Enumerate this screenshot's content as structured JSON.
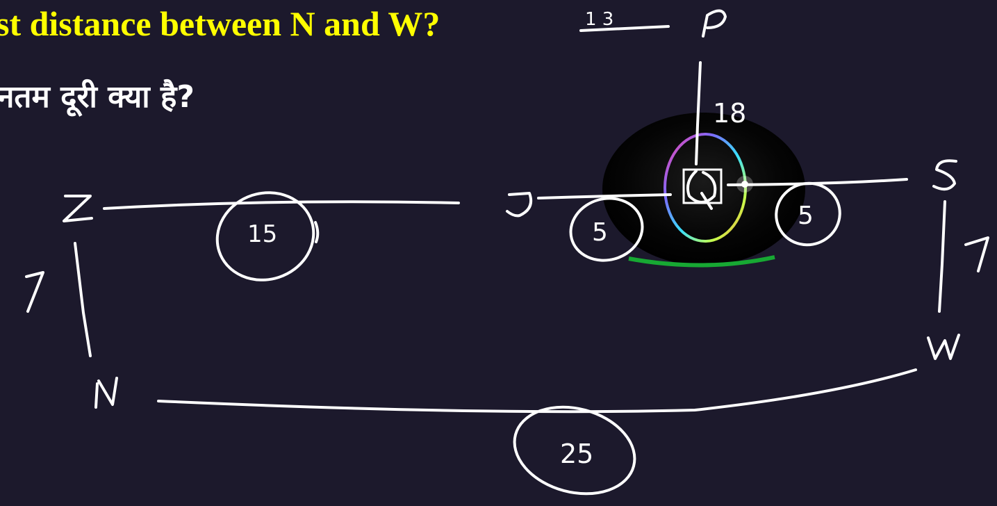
{
  "question": {
    "english": "st distance between N and W?",
    "hindi": "नतम दूरी क्या है?"
  },
  "diagram": {
    "points": {
      "P": "P",
      "Z": "Z",
      "J": "J",
      "Q": "Q",
      "S": "S",
      "N": "N",
      "W": "W"
    },
    "labels": {
      "top_fraction": "1   3",
      "p_q": "18",
      "z_j": "15",
      "j_q": "5",
      "q_s": "5",
      "z_n": "7",
      "s_w": "7",
      "n_w": "25"
    }
  },
  "colors": {
    "background": "#1c192c",
    "question_english": "#ffff00",
    "question_hindi": "#ffffff",
    "ink": "#ffffff"
  },
  "icons": {
    "camera_overlay": "webcam-ring-icon"
  }
}
